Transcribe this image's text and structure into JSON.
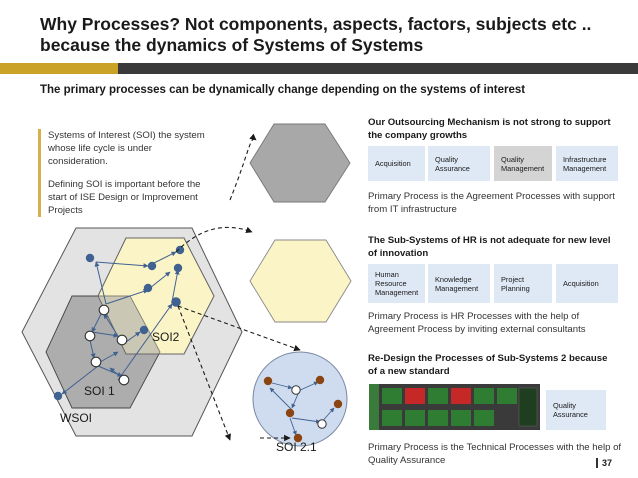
{
  "slide": {
    "title": "Why Processes? Not components, aspects, factors, subjects etc .. because the dynamics of Systems of Systems",
    "subtitle": "The primary processes can be dynamically change depending on the systems of interest",
    "page_number": "37"
  },
  "left_note": {
    "soi_definition": "Systems of Interest (SOI) the system whose life cycle is under consideration.",
    "soi_importance": "Defining SOI is important before the start of ISE Design or Improvement Projects"
  },
  "diagram": {
    "label_wsoi": "WSOI",
    "label_soi1": "SOI 1",
    "label_soi2": "SOI2",
    "label_soi21": "SOI 2.1"
  },
  "sections": [
    {
      "heading": "Our Outsourcing Mechanism is not strong to support the company growths",
      "chips": [
        "Acquisition",
        "Quality Assurance",
        "Quality Management",
        "Infrastructure Management"
      ],
      "description": "Primary Process is the Agreement Processes with support from IT infrastructure"
    },
    {
      "heading": "The Sub-Systems of HR is not adequate for new level of innovation",
      "chips": [
        "Human Resource Management",
        "Knowledge Management",
        "Project Planning",
        "Acquisition"
      ],
      "description": "Primary Process is HR Processes with the help of Agreement Process by inviting external consultants"
    },
    {
      "heading": "Re-Design the Processes of Sub-Systems 2 because of a new standard",
      "chips": [
        "Quality Assurance"
      ],
      "description": "Primary Process is the Technical Processes with the help of Quality Assurance"
    }
  ],
  "colors": {
    "title_bar": "#3a3a3a",
    "title_accent": "#c9a227",
    "hex_dark": "#a8a8a8",
    "hex_light": "#e3e3e3",
    "hex_cream": "#fbf4c7",
    "circle_blue": "#cfdcef",
    "node_blue": "#3f6291",
    "node_brown": "#8b4512",
    "chip_blue": "#dfe8f5",
    "chip_gray": "#d4d4d4"
  }
}
